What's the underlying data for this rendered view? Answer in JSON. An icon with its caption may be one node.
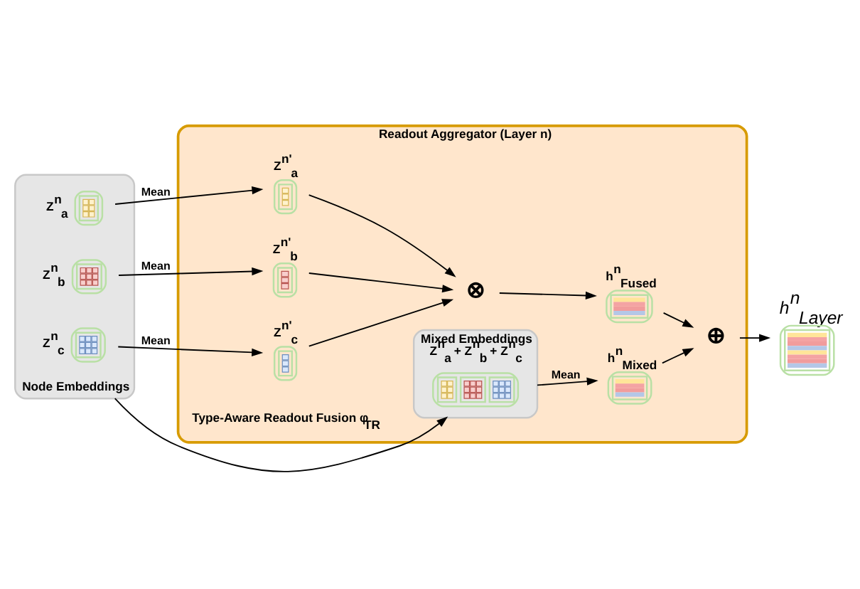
{
  "diagram": {
    "nodes": [
      {
        "text": [
          "Readout Aggregator (Layer n)"
        ]
      },
      {
        "text": [
          "Node Embeddings"
        ]
      },
      {
        "text": [
          "Z$^{n}$$_{a}$"
        ],
        "in": 1
      },
      {
        "text": [
          "Z$^{n}$$_{b}$"
        ],
        "in": 1
      },
      {
        "text": [
          "Z$^{n}$$_{c}$"
        ],
        "in": 1
      },
      {
        "text": [
          "Z$^{n'}$$_{a}$"
        ],
        "in": 0
      },
      {
        "text": [
          "Z$^{n'}$$_{b}$"
        ],
        "in": 0
      },
      {
        "text": [
          "Z$^{n'}$$_{c}$"
        ],
        "in": 0
      },
      {
        "text": [
          "⊗"
        ],
        "in": 0
      },
      {
        "text": [
          "h$^{n}$$_{Fused}$"
        ],
        "in": 0
      },
      {
        "text": [
          "Mixed Embeddings",
          "Z$^{n}$$_{a}$ + Z$^{n}$$_{b}$ + Z$^{n}$$_{c}$"
        ],
        "in": 0
      },
      {
        "text": [],
        "shape": "box",
        "in": 10
      },
      {
        "text": [
          "h$^{n}$$_{Mixed}$"
        ],
        "in": 0
      },
      {
        "text": [
          "⊕"
        ],
        "in": 0
      },
      {
        "text": [
          "h$^{n}$$_{Layer}$"
        ]
      }
    ],
    "edges": [
      {
        "from": 2,
        "to": 5,
        "arrow": "to",
        "label": "Mean"
      },
      {
        "from": 3,
        "to": 6,
        "arrow": "to",
        "label": "Mean"
      },
      {
        "from": 4,
        "to": 7,
        "arrow": "to",
        "label": "Mean"
      },
      {
        "from": 5,
        "to": 8,
        "arrow": "to"
      },
      {
        "from": 6,
        "to": 8,
        "arrow": "to"
      },
      {
        "from": 7,
        "to": 8,
        "arrow": "to"
      },
      {
        "from": 8,
        "to": 9,
        "arrow": "to"
      },
      {
        "from": 1,
        "to": 10,
        "arrow": "to"
      },
      {
        "from": 10,
        "to": 12,
        "arrow": "to",
        "label": "Mean"
      },
      {
        "from": 9,
        "to": 13,
        "arrow": "to"
      },
      {
        "from": 12,
        "to": 13,
        "arrow": "to"
      },
      {
        "from": 13,
        "to": 14,
        "arrow": "to"
      }
    ],
    "labels": [
      "Type-Aware Readout Fusion φ$_{TR}$"
    ]
  }
}
